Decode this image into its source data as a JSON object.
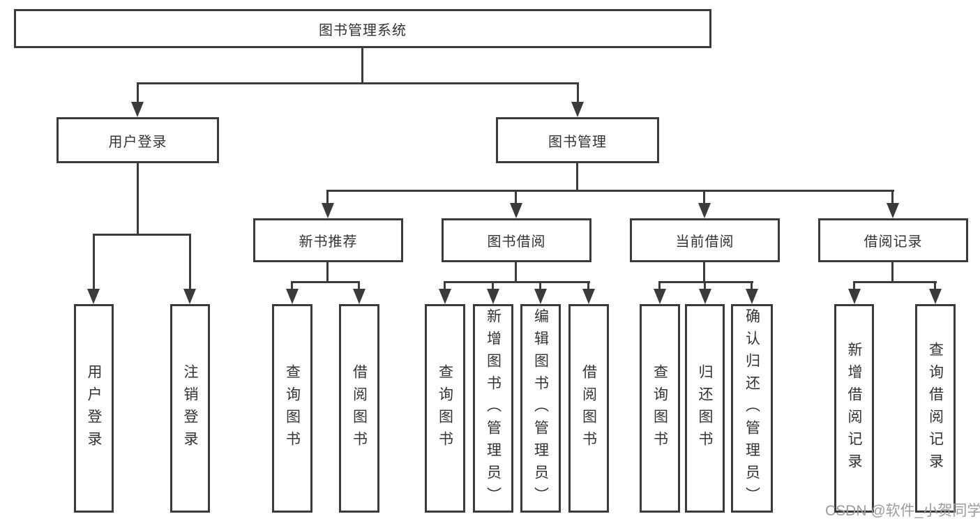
{
  "diagram": {
    "root": "图书管理系统",
    "branches": [
      {
        "label": "用户登录",
        "leaves": [
          "用户登录",
          "注销登录"
        ]
      },
      {
        "label": "图书管理",
        "groups": [
          {
            "label": "新书推荐",
            "leaves": [
              "查询图书",
              "借阅图书"
            ]
          },
          {
            "label": "图书借阅",
            "leaves": [
              "查询图书",
              "新增图书（管理员）",
              "编辑图书（管理员）",
              "借阅图书"
            ]
          },
          {
            "label": "当前借阅",
            "leaves": [
              "查询图书",
              "归还图书",
              "确认归还（管理员）"
            ]
          },
          {
            "label": "借阅记录",
            "leaves": [
              "新增借阅记录",
              "查询借阅记录"
            ]
          }
        ]
      }
    ]
  },
  "watermark": "CSDN @软件_小贺同学",
  "colors": {
    "line": "#3b3b3b",
    "text": "#333333",
    "watermark": "#9c9c9c",
    "background": "#ffffff"
  }
}
